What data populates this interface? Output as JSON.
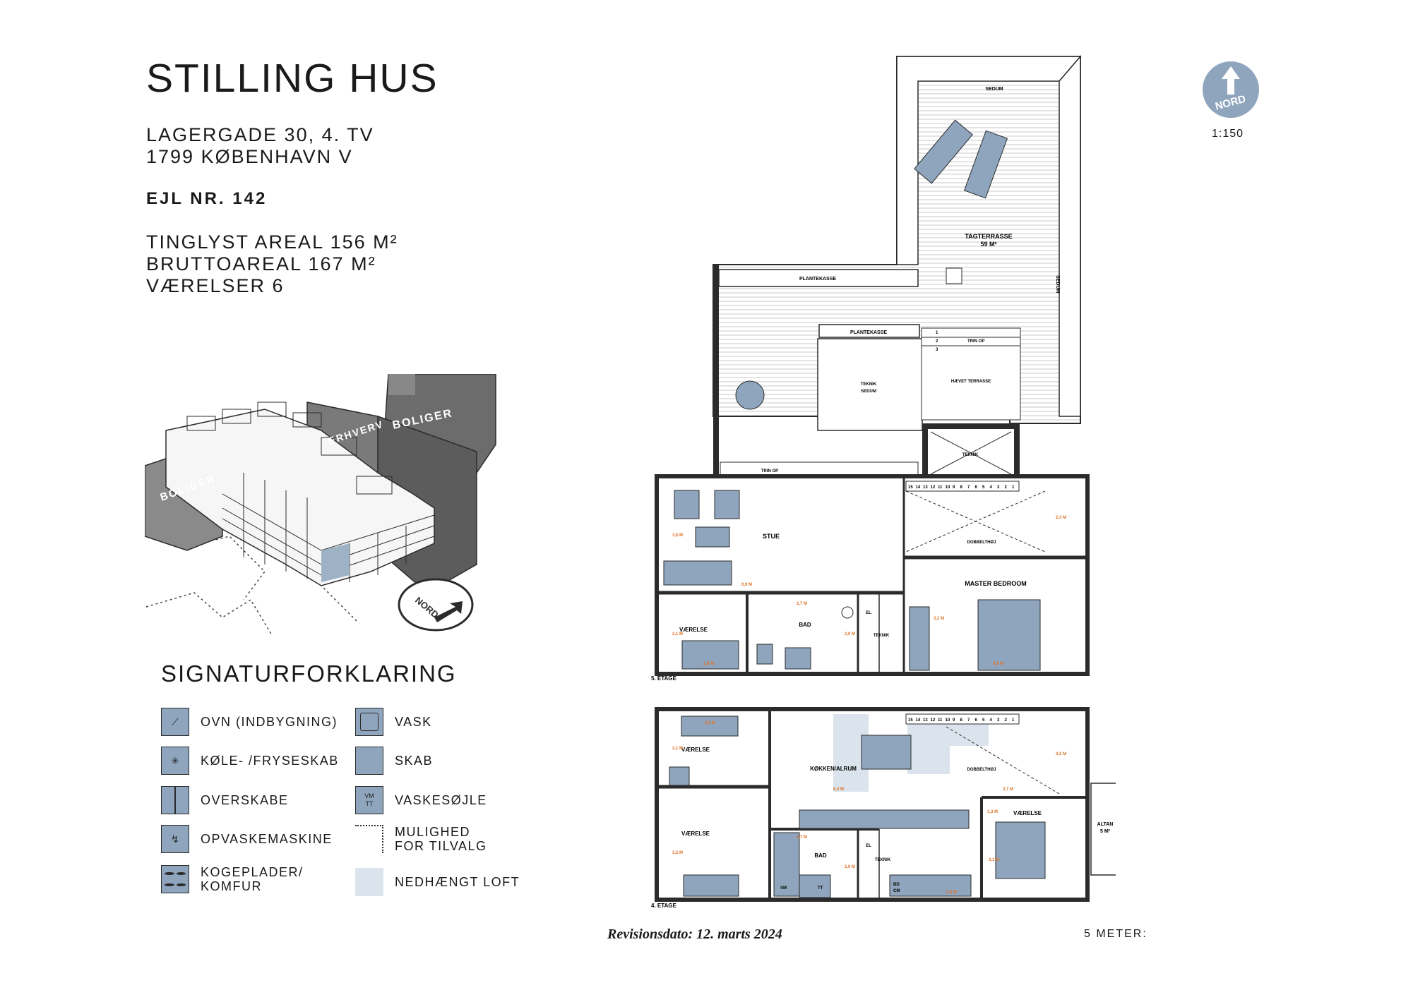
{
  "header": {
    "title": "STILLING HUS",
    "address_line1": "LAGERGADE 30, 4. TV",
    "address_line2": "1799 KØBENHAVN V",
    "ejl": "EJL NR. 142",
    "area_tinglyst": "TINGLYST AREAL 156 M²",
    "area_brutto": "BRUTTOAREAL 167 M²",
    "rooms": "VÆRELSER 6"
  },
  "aerial": {
    "label_boliger_right": "BOLIGER",
    "label_erhverv": "ERHVERV",
    "label_boliger_left": "BOLIGER",
    "compass": "NORD"
  },
  "legend": {
    "title": "SIGNATURFORKLARING",
    "items": [
      {
        "label": "OVN (INDBYGNING)",
        "symbol": "oven-icon"
      },
      {
        "label": "KØLE- /FRYSESKAB",
        "symbol": "fridge-icon"
      },
      {
        "label": "OVERSKABE",
        "symbol": "upper-cabinet-icon"
      },
      {
        "label": "OPVASKEMASKINE",
        "symbol": "dishwasher-icon"
      },
      {
        "label": "KOGEPLADER/ KOMFUR",
        "symbol": "cooktop-icon"
      },
      {
        "label": "VASK",
        "symbol": "sink-icon"
      },
      {
        "label": "SKAB",
        "symbol": "cabinet-icon"
      },
      {
        "label": "VASKESØJLE",
        "symbol": "washer-column-icon",
        "text_top": "VM",
        "text_bottom": "TT"
      },
      {
        "label": "MULIGHED FOR TILVALG",
        "symbol": "option-dotted-icon"
      },
      {
        "label": "NEDHÆNGT LOFT",
        "symbol": "suspended-ceiling-icon"
      }
    ]
  },
  "compass": {
    "label": "NORD",
    "scale": "1:150"
  },
  "roof": {
    "sedum_top": "SEDUM",
    "sedum_side": "SEDUM",
    "plantekasse_1": "PLANTEKASSE",
    "plantekasse_2": "PLANTEKASSE",
    "tagterrasse": "TAGTERRASSE",
    "tagterrasse_area": "59 M²",
    "teknik_sedum_1": "TEKNIK",
    "teknik_sedum_2": "SEDUM",
    "trin_op_1": "TRIN OP",
    "trin_op_2": "TRIN OP",
    "step_1": "1",
    "step_2": "2",
    "step_3": "3",
    "haevet_terrasse": "HÆVET TERRASSE",
    "teknik": "TEKNIK"
  },
  "floor5": {
    "label": "5. ETAGE",
    "stue": "STUE",
    "dobbelthoj": "DOBBELTHØJ",
    "master_bedroom": "MASTER BEDROOM",
    "vaerelse": "VÆRELSE",
    "bad": "BAD",
    "el": "EL",
    "teknik": "TEKNIK",
    "dim_stue_h": "3,5 M",
    "dim_stue_w": "6,9 M",
    "dim_dob": "2,3 M",
    "dim_bad_w": "2,7 M",
    "dim_bad_h": "2,0 M",
    "dim_vaer_h": "2,1 M",
    "dim_vaer_w": "2,9 M",
    "dim_master_h": "3,2 M",
    "dim_master_w": "4,9 M",
    "stairs": [
      "15",
      "14",
      "13",
      "12",
      "11",
      "10",
      "9",
      "8",
      "7",
      "6",
      "5",
      "4",
      "3",
      "2",
      "1"
    ]
  },
  "floor4": {
    "label": "4. ETAGE",
    "kokken": "KØKKEN/ALRUM",
    "dobbelthoj": "DOBBELTHØJ",
    "vaerelse_top": "VÆRELSE",
    "vaerelse_left": "VÆRELSE",
    "vaerelse_right": "VÆRELSE",
    "bad": "BAD",
    "el": "EL",
    "teknik": "TEKNIK",
    "vm": "VM",
    "tt": "TT",
    "bd": "BD",
    "cm": "CM",
    "altan": "ALTAN",
    "altan_area": "5 M²",
    "dim_top_w": "2,8 M",
    "dim_top_h": "2,1 M",
    "dim_kok_w": "6,3 M",
    "dim_dob_h": "3,2 M",
    "dim_dob_w": "2,7 M",
    "dim_mid": "1,3 M",
    "dim_left_h": "3,5 M",
    "dim_bad_w": "2,7 M",
    "dim_bad_h": "2,0 M",
    "dim_right_h": "3,1 M",
    "dim_right_w": "4,0 M",
    "stairs": [
      "15",
      "14",
      "13",
      "12",
      "11",
      "10",
      "9",
      "8",
      "7",
      "6",
      "5",
      "4",
      "3",
      "2",
      "1"
    ]
  },
  "footer": {
    "revision": "Revisionsdato: 12. marts 2024",
    "meter": "5 METER:"
  },
  "colors": {
    "furniture": "#8ea5bd",
    "wall": "#2b2b2b",
    "dimension": "#e0732a",
    "ceiling": "#dbe4ec"
  }
}
